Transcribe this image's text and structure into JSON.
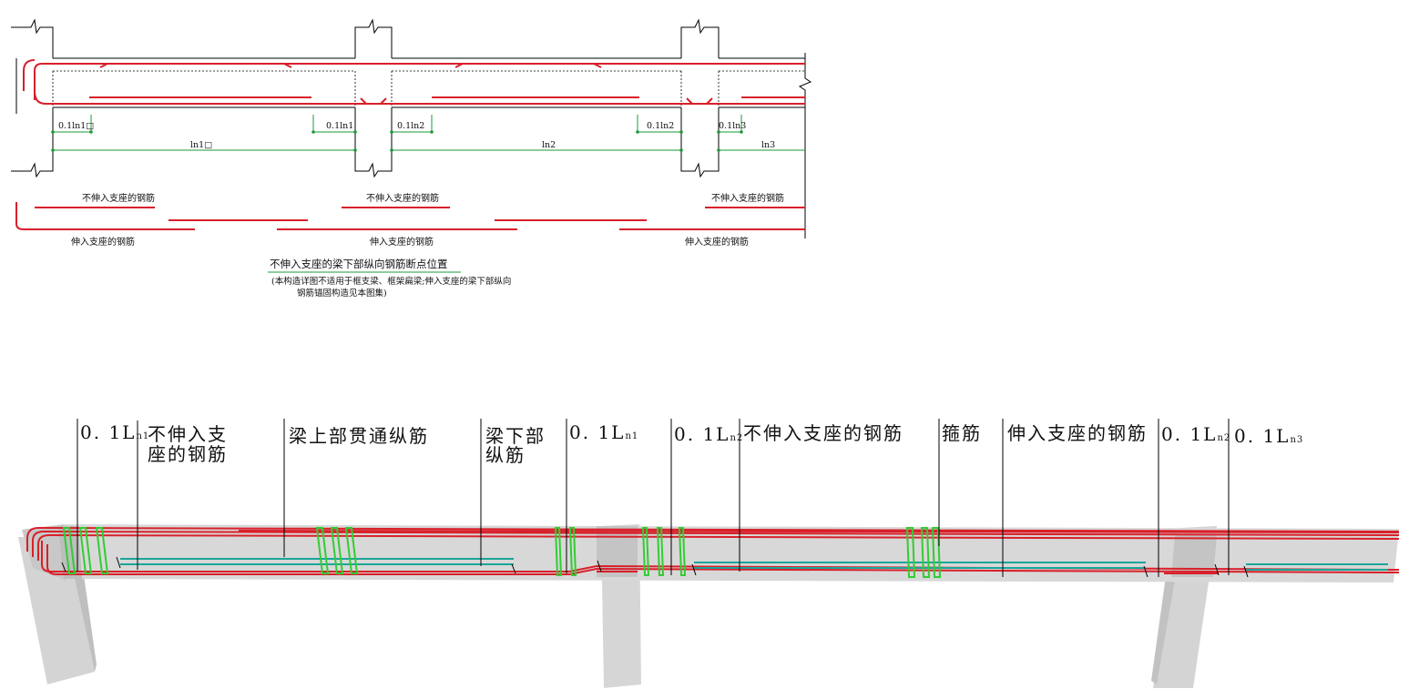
{
  "elevation": {
    "dims": [
      "0.1ln1□",
      "0.1ln1",
      "0.1ln2",
      "0.1ln2",
      "0.1ln3"
    ],
    "spans": [
      "ln1□",
      "ln2",
      "ln3"
    ],
    "label_not_extend": "不伸入支座的钢筋",
    "label_extend": "伸入支座的钢筋",
    "title": "不伸入支座的梁下部纵向钢筋断点位置",
    "note_line1": "(本构造详图不适用于框支梁、框架扁梁;伸入支座的梁下部纵向",
    "note_line2": "钢筋锚固构造见本图集)"
  },
  "model3d": {
    "callouts": [
      {
        "main": "0. 1L",
        "sub": "n1"
      },
      {
        "line1": "不伸入支",
        "line2": "座的钢筋"
      },
      {
        "text": "梁上部贯通纵筋"
      },
      {
        "line1": "梁下部",
        "line2": "纵筋"
      },
      {
        "main": "0. 1L",
        "sub": "n1"
      },
      {
        "main": "0. 1L",
        "sub": "n2"
      },
      {
        "text": "不伸入支座的钢筋"
      },
      {
        "text": "箍筋"
      },
      {
        "text": "伸入支座的钢筋"
      },
      {
        "main": "0. 1L",
        "sub": "n2"
      },
      {
        "main": "0. 1L",
        "sub": "n3"
      }
    ]
  },
  "colors": {
    "rebar_red": "#d8202a",
    "dim_green": "#1a9a3a",
    "stirrup_green": "#33cc33",
    "rebar_teal": "#1aa59a",
    "concrete": "#d6d6d6"
  }
}
